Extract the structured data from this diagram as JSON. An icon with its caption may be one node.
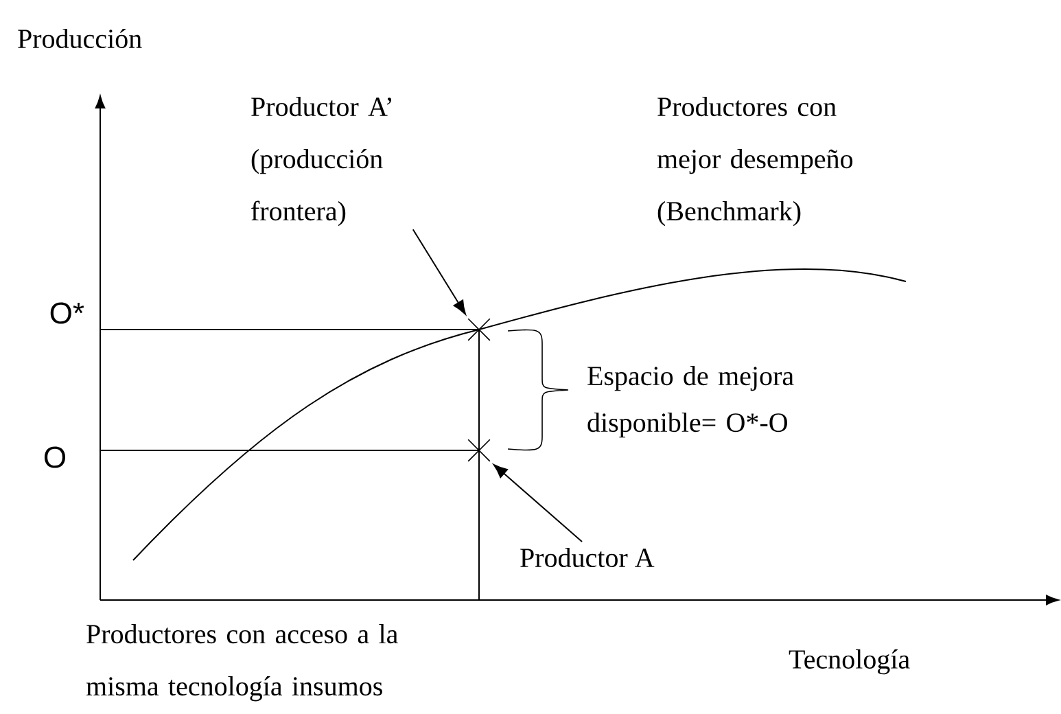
{
  "diagram": {
    "nodes": [
      {
        "text": [
          "Productor A’ (producción frontera)"
        ]
      },
      {
        "text": [],
        "shape": "cross"
      },
      {
        "text": [
          "Productor A"
        ]
      },
      {
        "text": [],
        "shape": "cross"
      }
    ],
    "edges": [
      {
        "from": 0,
        "to": 1,
        "arrow": "to"
      },
      {
        "from": 2,
        "to": 3,
        "arrow": "to"
      }
    ],
    "labels": [
      "Producción",
      "Productores con mejor desempeño (Benchmark)",
      "O*",
      "Espacio de mejora disponible= O*-O",
      "O",
      "Productores con acceso a la misma tecnología insumos",
      "Tecnología"
    ]
  }
}
